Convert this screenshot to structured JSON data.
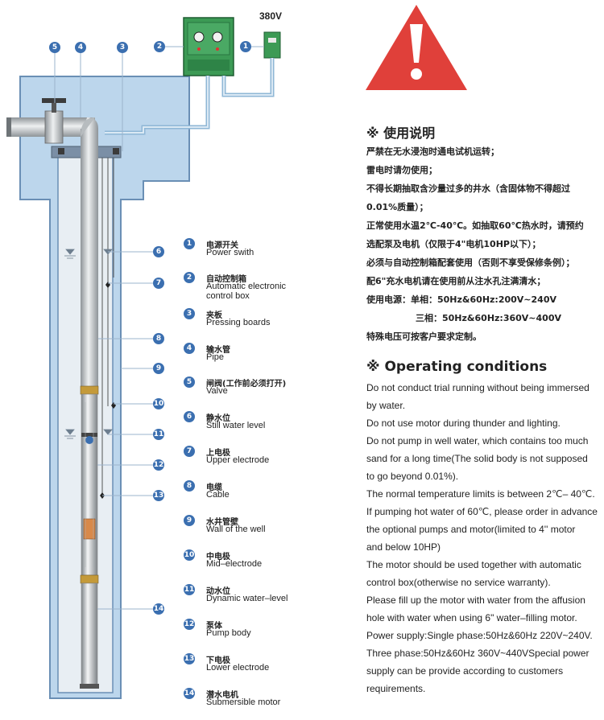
{
  "voltage_label": "380V",
  "callout_numbers": [
    "5",
    "4",
    "3",
    "2",
    "1",
    "6",
    "7",
    "8",
    "9",
    "10",
    "11",
    "12",
    "13",
    "14"
  ],
  "legend": [
    {
      "num": "1",
      "cn": "电源开关",
      "en": "Power swith"
    },
    {
      "num": "2",
      "cn": "自动控制箱",
      "en": "Automatic electronic control box"
    },
    {
      "num": "3",
      "cn": "夹板",
      "en": "Pressing boards"
    },
    {
      "num": "4",
      "cn": "输水管",
      "en": "Pipe"
    },
    {
      "num": "5",
      "cn": "闸阀(工作前必须打开)",
      "en": "Valve"
    },
    {
      "num": "6",
      "cn": "静水位",
      "en": "Still water level"
    },
    {
      "num": "7",
      "cn": "上电极",
      "en": "Upper electrode"
    },
    {
      "num": "8",
      "cn": "电缆",
      "en": "Cable"
    },
    {
      "num": "9",
      "cn": "水井管壁",
      "en": "Wall of the well"
    },
    {
      "num": "10",
      "cn": "中电极",
      "en": "Mid–electrode"
    },
    {
      "num": "11",
      "cn": "动水位",
      "en": "Dynamic water–level"
    },
    {
      "num": "12",
      "cn": "泵体",
      "en": "Pump body"
    },
    {
      "num": "13",
      "cn": "下电极",
      "en": "Lower electrode"
    },
    {
      "num": "14",
      "cn": "潜水电机",
      "en": "Submersible motor"
    }
  ],
  "cn_title": "※ 使用说明",
  "cn_lines": [
    "严禁在无水浸泡时通电试机运转；",
    "雷电时请勿使用；",
    "不得长期抽取含沙量过多的井水（含固体物不得超过",
    "0.01%质量）；",
    "正常使用水温2℃-40℃。如抽取60℃热水时，请预约",
    "选配泵及电机（仅限于4\"电机10HP以下）；",
    "必须与自动控制箱配套使用（否则不享受保修条例）；",
    "配6\"充水电机请在使用前从注水孔注满清水；",
    "使用电源：单相：50Hz&60Hz:200V~240V",
    "三相：50Hz&60Hz:360V~400V",
    "特殊电压可按客户要求定制。"
  ],
  "en_title": "※ Operating conditions",
  "en_lines": [
    "Do not conduct trial running without being immersed",
    "by water.",
    "Do not use motor during thunder and lighting.",
    "Do not pump in well water, which contains too much",
    "sand for a long time(The solid body is not supposed",
    "to go beyond 0.01%).",
    "The normal temperature limits is between 2℃– 40℃.",
    "If pumping hot water of 60℃, please order in advance",
    "the optional pumps and motor(limited to 4'' motor",
    "and below 10HP)",
    "The motor should be used together with automatic",
    "control box(otherwise no service warranty).",
    "Please fill up the motor with water from the affusion",
    "hole with water when using 6\" water–filling motor.",
    "Power supply:Single phase:50Hz&60Hz 220V~240V.",
    "Three phase:50Hz&60Hz 360V~440VSpecial power",
    "supply can be provide according to customers",
    "requirements."
  ],
  "colors": {
    "well": "#bcd6ec",
    "well_wall": "#6a8fb5",
    "box": "#3c9a55",
    "warning": "#e0403a",
    "marker": "#3b6fb0"
  }
}
